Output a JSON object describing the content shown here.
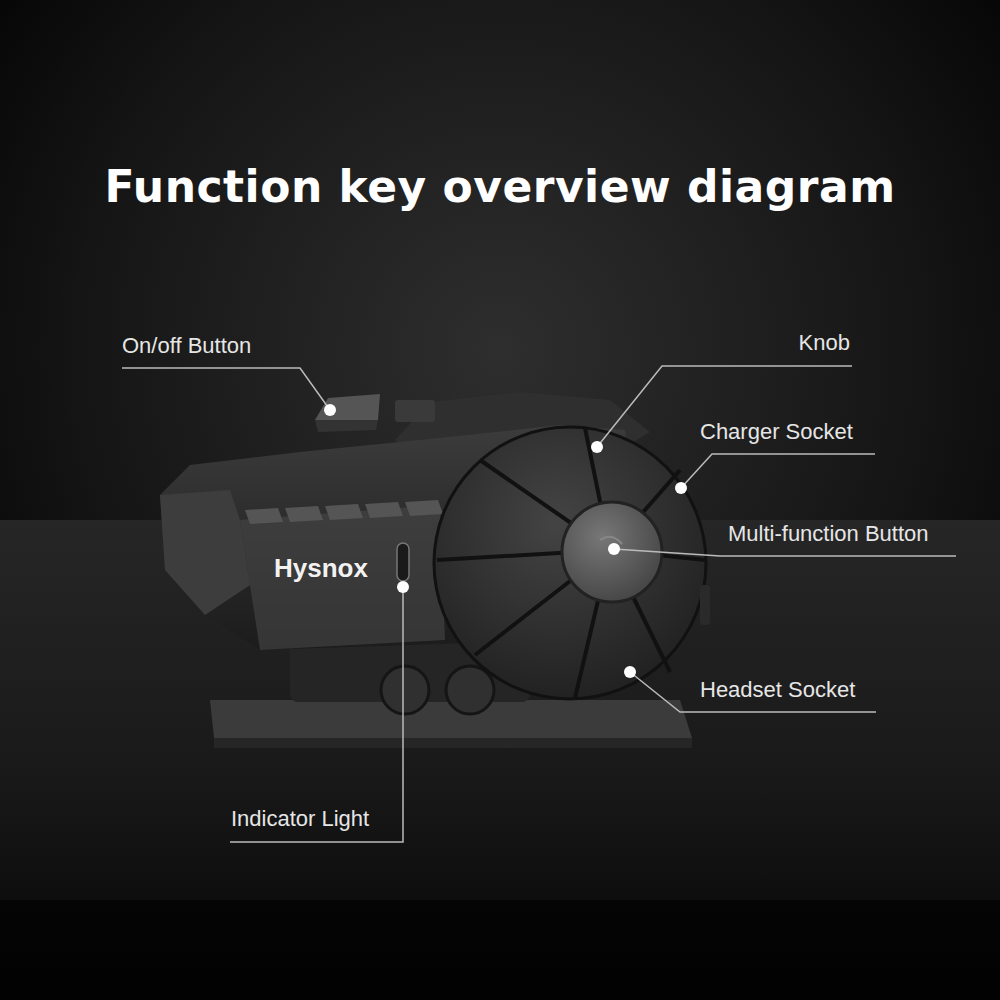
{
  "diagram": {
    "title": "Function key overview diagram",
    "labels": [
      "On/off Button",
      "Knob",
      "Charger Socket",
      "Multi-function Button",
      "Headset Socket",
      "Indicator Light",
      "Hysnox"
    ]
  }
}
